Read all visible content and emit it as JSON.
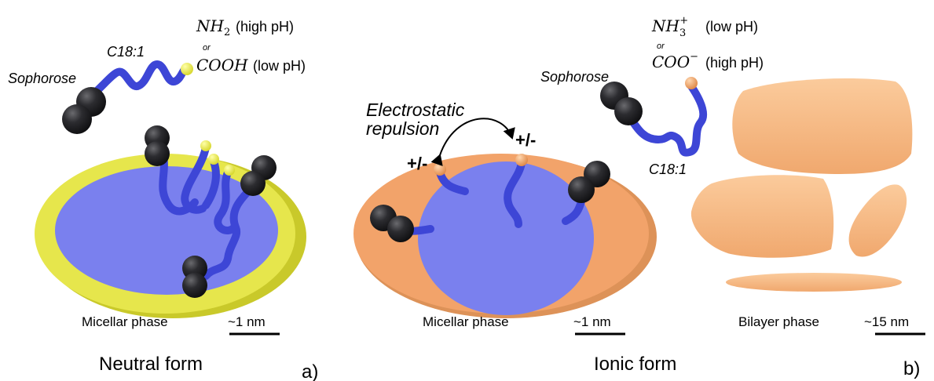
{
  "neutral": {
    "chem1": "NH",
    "chem1_sub": "2",
    "chem1_cond": "(high pH)",
    "or": "or",
    "chem2": "COOH",
    "chem2_cond": "(low pH)",
    "chain": "C18:1",
    "head": "Sophorose",
    "phase": "Micellar phase",
    "scale": "~1 nm",
    "form": "Neutral form",
    "panel": "a)"
  },
  "ionic": {
    "chem1": "NH",
    "chem1_sub": "3",
    "chem1_sup": "+",
    "chem1_cond": "(low pH)",
    "or": "or",
    "chem2": "COO",
    "chem2_sup": "−",
    "chem2_cond": "(high pH)",
    "head": "Sophorose",
    "chain": "C18:1",
    "repulsion_line1": "Electrostatic",
    "repulsion_line2": "repulsion",
    "charge_left": "+/-",
    "charge_right": "+/-",
    "phase": "Micellar phase",
    "scale": "~1 nm",
    "bilayer_phase": "Bilayer phase",
    "bilayer_scale": "~15 nm",
    "form": "Ionic form",
    "panel": "b)"
  },
  "colors": {
    "yellow": "#e8e84a",
    "blue": "#7a80ee",
    "chain_blue": "#3d46d6",
    "orange": "#f2a36a",
    "bilayer": "#f7bc8a",
    "head_dark": "#2a2a2c"
  }
}
